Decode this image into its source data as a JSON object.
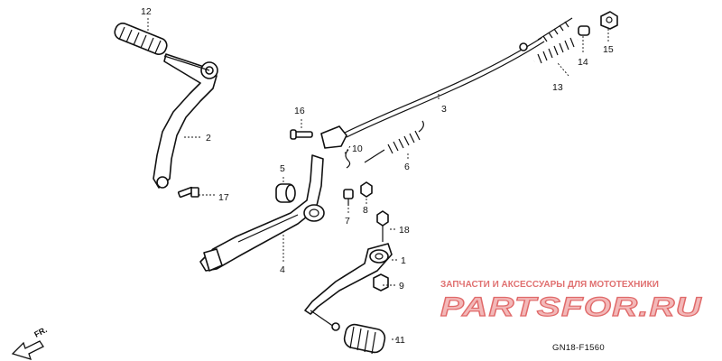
{
  "diagram": {
    "callouts": {
      "c1": "1",
      "c2": "2",
      "c3": "3",
      "c4": "4",
      "c5": "5",
      "c6": "6",
      "c7": "7",
      "c8": "8",
      "c9": "9",
      "c10": "10",
      "c11": "11",
      "c12": "12",
      "c13": "13",
      "c14": "14",
      "c15": "15",
      "c16": "16",
      "c17": "17",
      "c18": "18"
    },
    "direction_label": "FR.",
    "drawing_code": "GN18-F1560"
  },
  "watermark": {
    "caption": "ЗАПЧАСТИ И АКСЕССУАРЫ ДЛЯ МОТОТЕХНИКИ",
    "logo": "PARTSFOR.RU",
    "color": "#e06a6a"
  }
}
